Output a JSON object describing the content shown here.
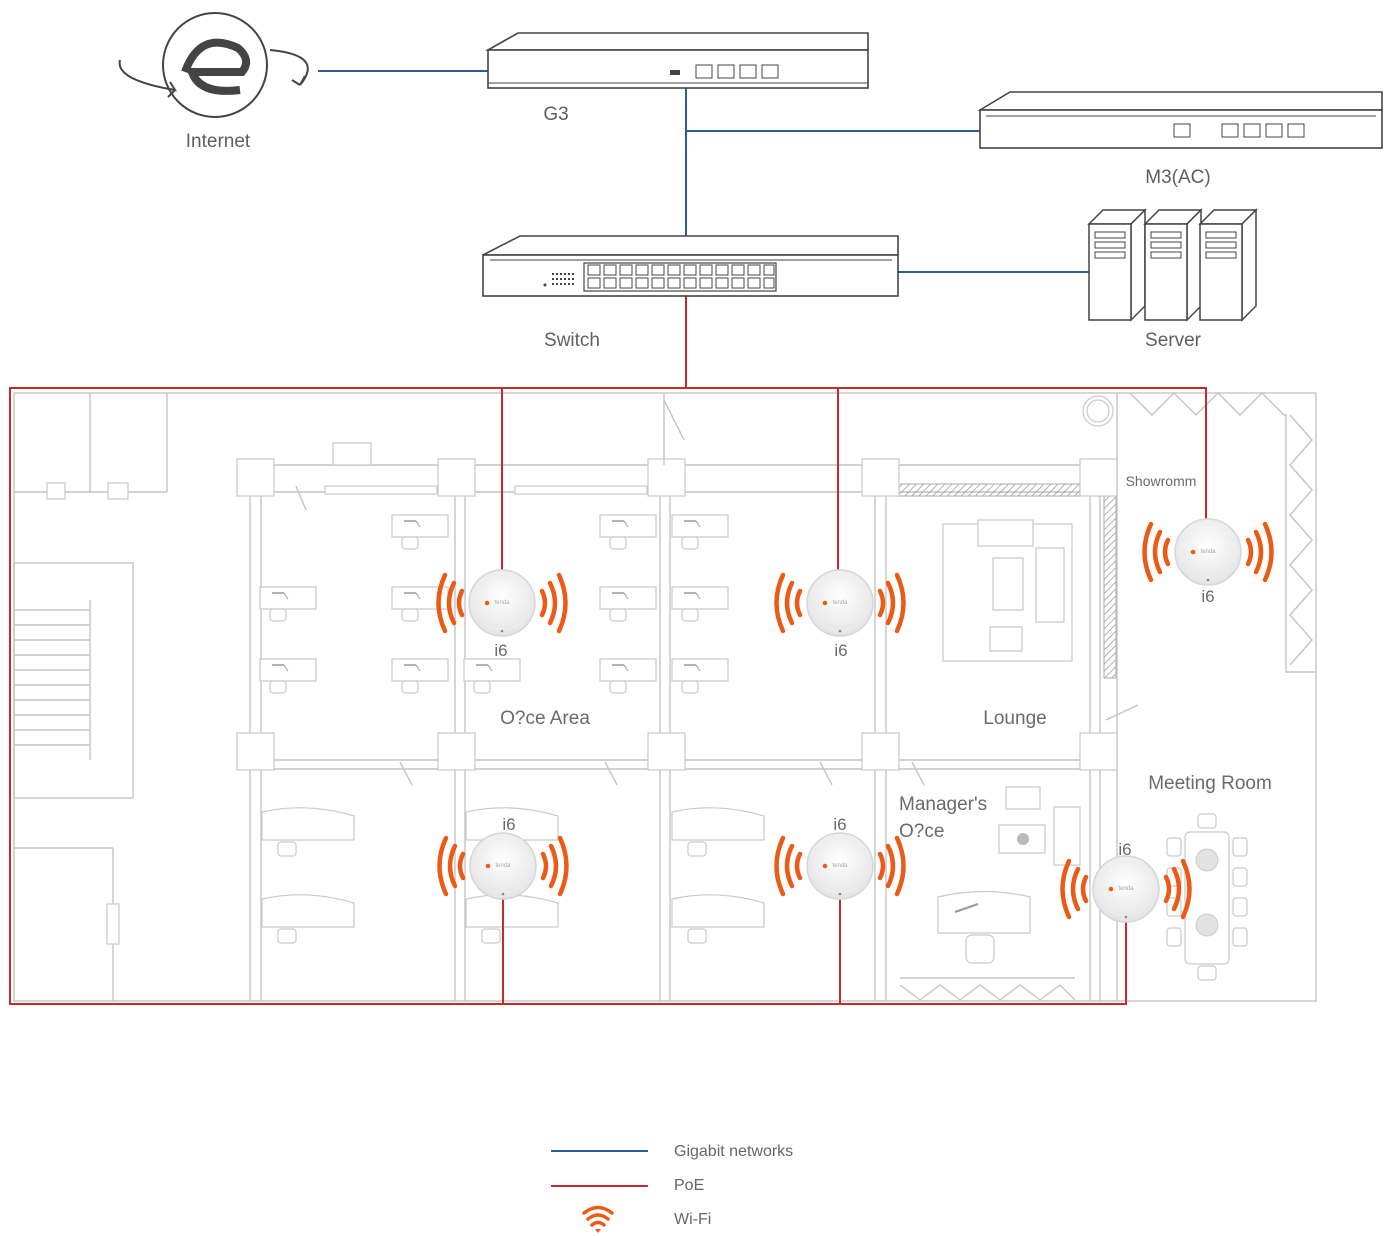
{
  "devices": {
    "internet": "Internet",
    "gateway": "G3",
    "controller": "M3(AC)",
    "switch": "Switch",
    "server": "Server"
  },
  "rooms": {
    "office_area": "O?ce Area",
    "lounge": "Lounge",
    "showroom": "Showromm",
    "meeting_room": "Meeting Room",
    "manager_office_line1": "Manager's",
    "manager_office_line2": "O?ce"
  },
  "access_points": [
    {
      "id": "ap1",
      "label": "i6",
      "brand": "tenda"
    },
    {
      "id": "ap2",
      "label": "i6",
      "brand": "tenda"
    },
    {
      "id": "ap3",
      "label": "i6",
      "brand": "tenda"
    },
    {
      "id": "ap4",
      "label": "i6",
      "brand": "tenda"
    },
    {
      "id": "ap5",
      "label": "i6",
      "brand": "tenda"
    },
    {
      "id": "ap6",
      "label": "i6",
      "brand": "tenda"
    }
  ],
  "legend": {
    "gigabit": "Gigabit networks",
    "poe": "PoE",
    "wifi": "Wi-Fi"
  },
  "colors": {
    "gigabit_line": "#2e5b9e",
    "poe_line": "#c62a2a",
    "wifi_wave": "#ec5a16"
  }
}
